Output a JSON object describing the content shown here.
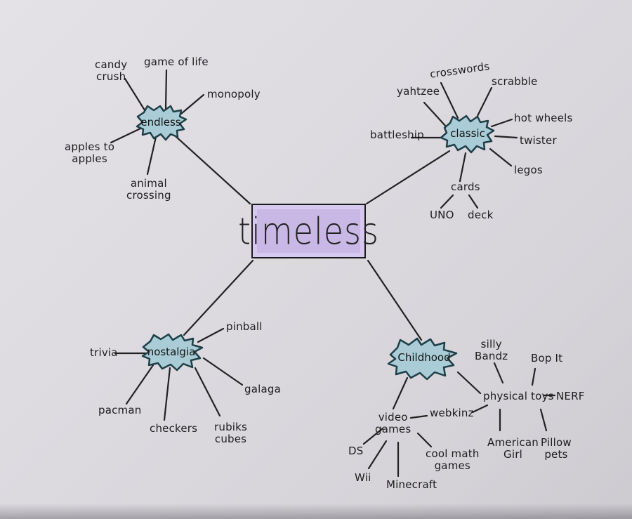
{
  "center": {
    "label": "timeless"
  },
  "hubs": {
    "endless": "endless",
    "classic": "classic",
    "nostalgia": "nostalgia",
    "childhood": "Childhood"
  },
  "endless_items": {
    "candy_crush": "candy\ncrush",
    "game_of_life": "game of life",
    "monopoly": "monopoly",
    "apples_to_apples": "apples to\napples",
    "animal_crossing": "animal\ncrossing"
  },
  "classic_items": {
    "yahtzee": "yahtzee",
    "crosswords": "crosswords",
    "scrabble": "scrabble",
    "hot_wheels": "hot wheels",
    "twister": "twister",
    "battleship": "battleship",
    "legos": "legos",
    "cards": "cards",
    "uno": "UNO",
    "deck": "deck"
  },
  "nostalgia_items": {
    "pinball": "pinball",
    "trivia": "trivia",
    "galaga": "galaga",
    "pacman": "pacman",
    "checkers": "checkers",
    "rubiks_cubes": "rubiks\ncubes"
  },
  "childhood_items": {
    "silly_bandz": "silly\nBandz",
    "bop_it": "Bop It",
    "physical_toys": "physical toys",
    "nerf": "NERF",
    "webkinz": "webkinz",
    "video_games": "video\ngames",
    "american_girl": "American\nGirl",
    "pillow_pets": "Pillow\npets",
    "ds": "DS",
    "wii": "Wii",
    "minecraft": "Minecraft",
    "cool_math_games": "cool math\ngames"
  },
  "colors": {
    "center_fill": "#c9b8e6",
    "hub_fill": "#a9ccd6",
    "ink": "#1c1c1c"
  }
}
